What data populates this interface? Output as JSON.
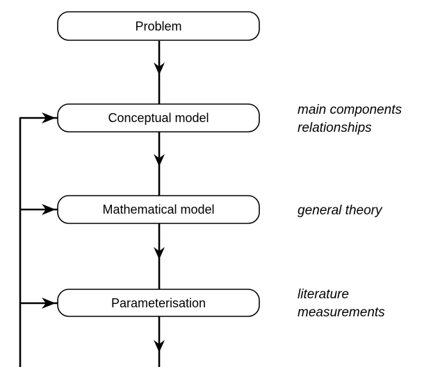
{
  "nodes": {
    "problem": "Problem",
    "conceptual": "Conceptual model",
    "mathematical": "Mathematical model",
    "parameterisation": "Parameterisation"
  },
  "notes": {
    "conceptual": [
      "main components",
      "relationships"
    ],
    "mathematical": [
      "general theory"
    ],
    "parameterisation": [
      "literature",
      "measurements"
    ]
  }
}
